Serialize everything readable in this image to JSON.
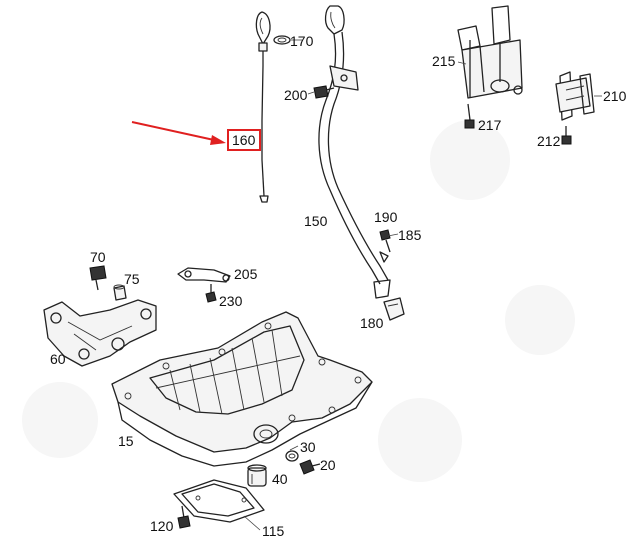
{
  "labels": {
    "l170": "170",
    "l200": "200",
    "l160": "160",
    "l150": "150",
    "l215": "215",
    "l217": "217",
    "l210": "210",
    "l212": "212",
    "l190": "190",
    "l185": "185",
    "l180": "180",
    "l70": "70",
    "l75": "75",
    "l205": "205",
    "l230": "230",
    "l60": "60",
    "l15": "15",
    "l30": "30",
    "l20": "20",
    "l40": "40",
    "l120": "120",
    "l115": "115"
  },
  "highlight": {
    "part": "160",
    "box_color": "#e02020",
    "arrow_color": "#e02020"
  }
}
